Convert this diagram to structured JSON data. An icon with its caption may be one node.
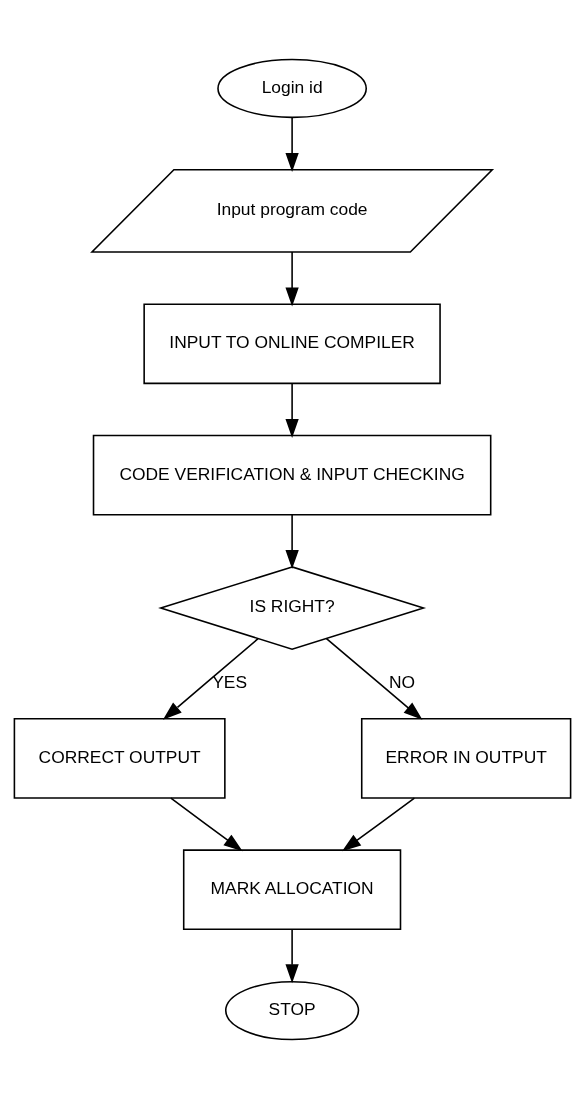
{
  "diagram": {
    "nodes": [
      {
        "text": [
          "Login id"
        ]
      },
      {
        "text": [
          "Input program code"
        ]
      },
      {
        "text": [
          "INPUT TO ONLINE COMPILER"
        ]
      },
      {
        "text": [
          "CODE VERIFICATION & INPUT CHECKING"
        ]
      },
      {
        "text": [
          "IS RIGHT?"
        ]
      },
      {
        "text": [
          "CORRECT OUTPUT"
        ]
      },
      {
        "text": [
          "ERROR IN OUTPUT"
        ]
      },
      {
        "text": [
          "MARK ALLOCATION"
        ]
      },
      {
        "text": [
          "STOP"
        ]
      }
    ],
    "edges": [
      {
        "from": 0,
        "to": 1,
        "arrow": "to"
      },
      {
        "from": 1,
        "to": 2,
        "arrow": "to"
      },
      {
        "from": 2,
        "to": 3,
        "arrow": "to"
      },
      {
        "from": 3,
        "to": 4,
        "arrow": "to"
      },
      {
        "from": 4,
        "to": 5,
        "arrow": "to",
        "label": "YES"
      },
      {
        "from": 4,
        "to": 6,
        "arrow": "to",
        "label": "NO"
      },
      {
        "from": 5,
        "to": 7,
        "arrow": "to"
      },
      {
        "from": 6,
        "to": 7,
        "arrow": "to"
      },
      {
        "from": 7,
        "to": 8,
        "arrow": "to"
      }
    ]
  }
}
